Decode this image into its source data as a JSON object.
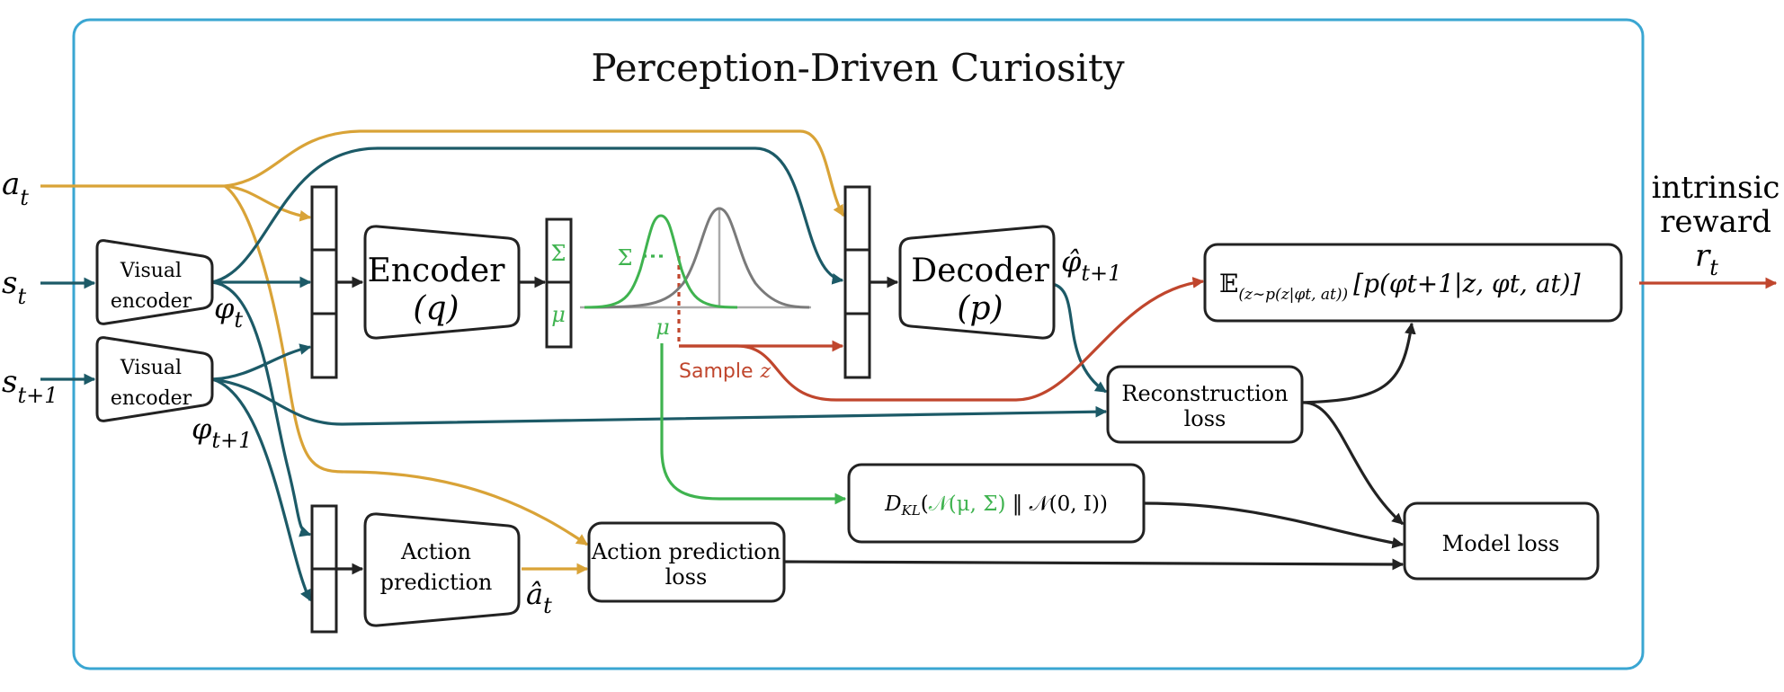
{
  "title": "Perception-Driven Curiosity",
  "colors": {
    "frame": "#3aa6d2",
    "action": "#d9a337",
    "teal": "#1c5a67",
    "red": "#c0462d",
    "green": "#3fb34f",
    "black": "#222222",
    "gray": "#7a7a7a"
  },
  "inputs": {
    "a_t": {
      "base": "a",
      "sub": "t"
    },
    "s_t": {
      "base": "s",
      "sub": "t"
    },
    "s_t1": {
      "base": "s",
      "sub": "t+1"
    }
  },
  "labels": {
    "phi_t": {
      "base": "φ",
      "sub": "t"
    },
    "phi_t1": {
      "base": "φ",
      "sub": "t+1"
    },
    "phi_hat_t1": {
      "base": "φ̂",
      "sub": "t+1"
    },
    "a_hat_t": {
      "base": "â",
      "sub": "t"
    },
    "sigma": "Σ",
    "mu": "μ",
    "sample_word": "Sample",
    "sample_var": "z"
  },
  "boxes": {
    "visual_encoder_1": [
      "Visual",
      "encoder"
    ],
    "visual_encoder_2": [
      "Visual",
      "encoder"
    ],
    "encoder": [
      "Encoder",
      "(q)"
    ],
    "decoder": [
      "Decoder",
      "(p)"
    ],
    "action_prediction": [
      "Action",
      "prediction"
    ],
    "action_prediction_loss": [
      "Action prediction",
      "loss"
    ],
    "reconstruction_loss": [
      "Reconstruction",
      "loss"
    ],
    "model_loss": "Model loss",
    "expectation": {
      "E": "𝔼",
      "subscript": "(z∼p(z|φt, at))",
      "body": "[p(φt+1|z, φt, at)]"
    },
    "kl": {
      "prefix": "D",
      "sub": "KL",
      "open": "(",
      "normal_mu_sigma": "𝒩(μ, Σ)",
      "mid": " ‖ 𝒩(0, I))"
    }
  },
  "output": {
    "line1": "intrinsic",
    "line2": "reward",
    "r_base": "r",
    "r_sub": "t"
  }
}
